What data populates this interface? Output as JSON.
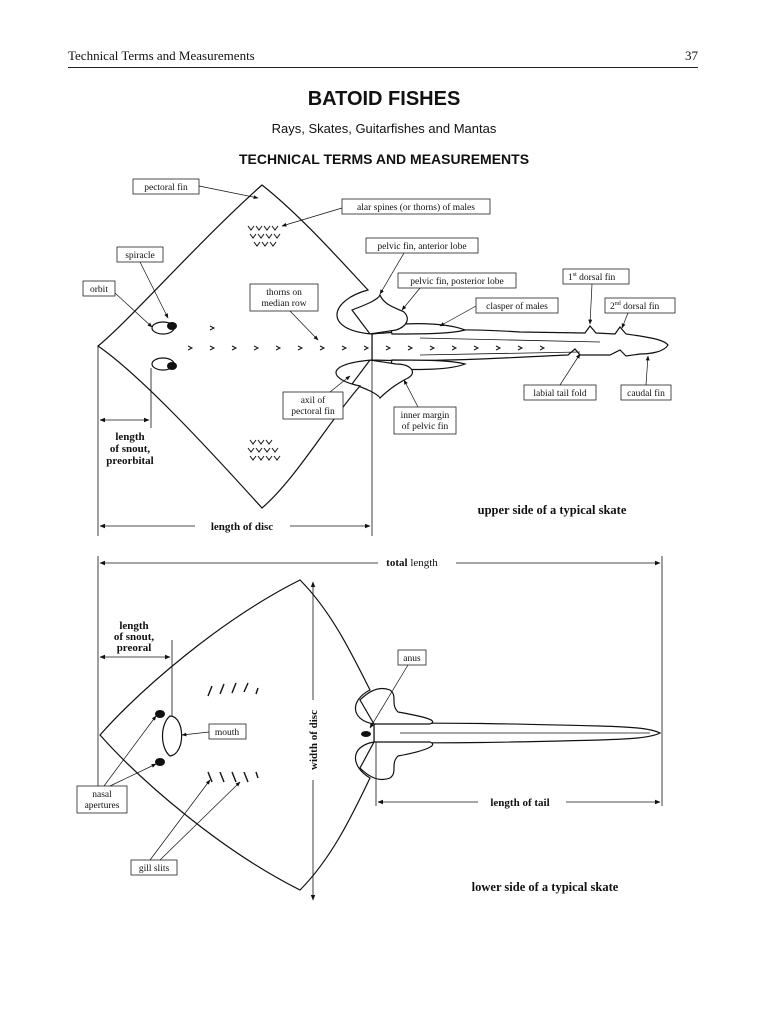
{
  "header": {
    "running_title": "Technical Terms and Measurements",
    "page_number": "37"
  },
  "title": "BATOID FISHES",
  "subtitle": "Rays, Skates, Guitarfishes and Mantas",
  "section_heading": "TECHNICAL TERMS AND MEASUREMENTS",
  "upper_figure": {
    "caption": "upper side of a typical skate",
    "labels": {
      "pectoral_fin": "pectoral fin",
      "alar_spines": "alar spines (or thorns) of males",
      "spiracle": "spiracle",
      "pelvic_anterior": "pelvic fin, anterior lobe",
      "orbit": "orbit",
      "thorns_1": "thorns on",
      "thorns_2": "median row",
      "pelvic_posterior": "pelvic fin, posterior lobe",
      "dorsal1_num": "1",
      "dorsal1_sup": "st",
      "dorsal1_text": " dorsal fin",
      "clasper": "clasper of males",
      "dorsal2_num": "2",
      "dorsal2_sup": "nd",
      "dorsal2_text": " dorsal fin",
      "labial": "labial tail fold",
      "caudal": "caudal fin",
      "axil_1": "axil of",
      "axil_2": "pectoral fin",
      "inner_1": "inner margin",
      "inner_2": "of pelvic fin"
    },
    "dimensions": {
      "snout_1": "length",
      "snout_2": "of snout,",
      "snout_3": "preorbital",
      "disc_length": "length of disc"
    }
  },
  "lower_figure": {
    "caption": "lower side of a typical skate",
    "labels": {
      "anus": "anus",
      "mouth": "mouth",
      "nasal_1": "nasal",
      "nasal_2": "apertures",
      "gill_slits": "gill slits"
    },
    "dimensions": {
      "total_bold": "total",
      "total_rest": " length",
      "snout_1": "length",
      "snout_2": "of snout,",
      "snout_3": "preoral",
      "width_disc": "width of disc",
      "tail_length": "length of tail"
    }
  }
}
